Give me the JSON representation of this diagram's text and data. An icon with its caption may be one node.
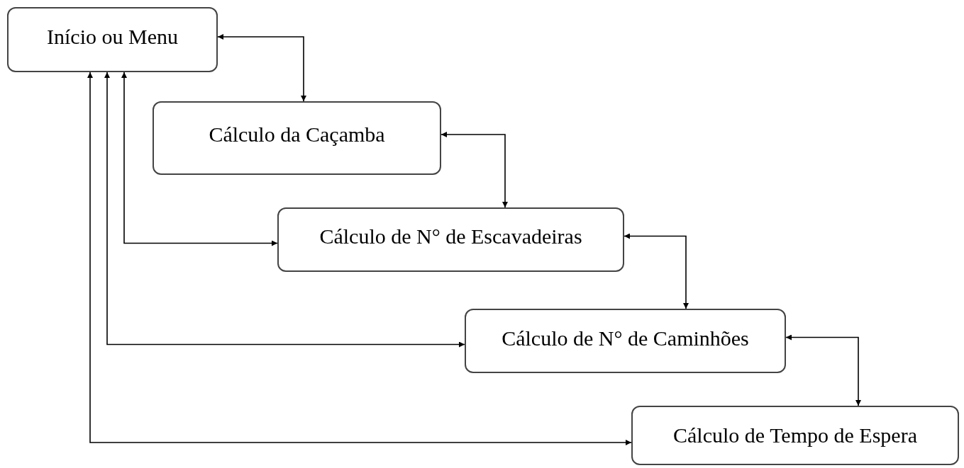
{
  "diagram": {
    "nodes": [
      {
        "text": [
          "Início ou Menu"
        ]
      },
      {
        "text": [
          "Cálculo da Caçamba"
        ]
      },
      {
        "text": [
          "Cálculo de N° de Escavadeiras"
        ]
      },
      {
        "text": [
          "Cálculo de N° de Caminhões"
        ]
      },
      {
        "text": [
          "Cálculo de Tempo de Espera"
        ]
      }
    ],
    "edges": [
      {
        "from": 0,
        "to": 1,
        "arrow": "both"
      },
      {
        "from": 1,
        "to": 2,
        "arrow": "both"
      },
      {
        "from": 2,
        "to": 3,
        "arrow": "both"
      },
      {
        "from": 3,
        "to": 4,
        "arrow": "both"
      },
      {
        "from": 0,
        "to": 2,
        "arrow": "both"
      },
      {
        "from": 0,
        "to": 3,
        "arrow": "both"
      },
      {
        "from": 0,
        "to": 4,
        "arrow": "both"
      }
    ]
  }
}
